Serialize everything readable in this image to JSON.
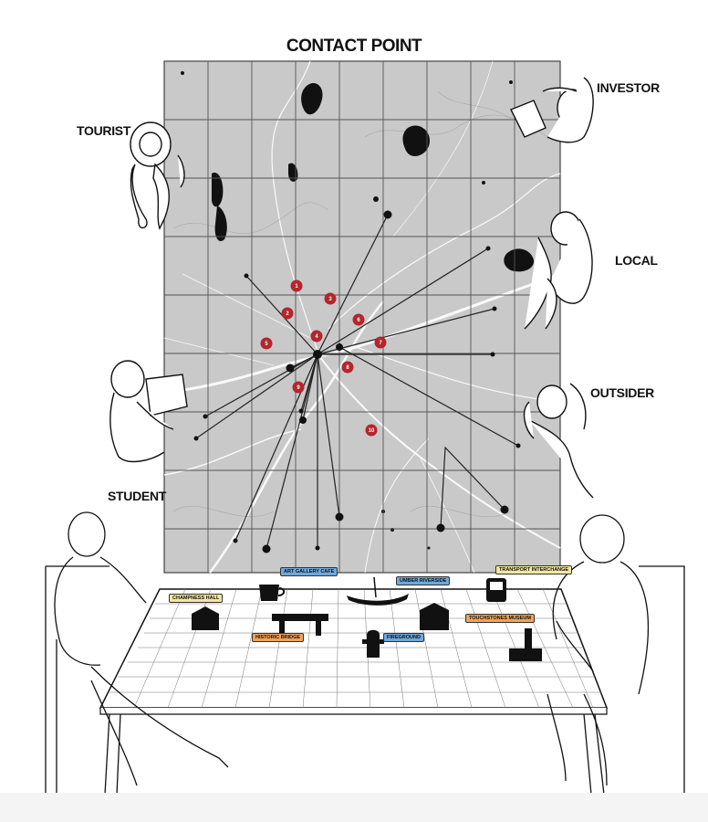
{
  "title": "CONTACT POINT",
  "personas": {
    "tourist": "TOURIST",
    "investor": "INVESTOR",
    "local": "LOCAL",
    "outsider": "OUTSIDER",
    "student": "STUDENT"
  },
  "markers": [
    "1",
    "2",
    "3",
    "4",
    "5",
    "6",
    "7",
    "8",
    "9",
    "10"
  ],
  "places": {
    "art_gallery_cafe": "ART GALLERY CAFE",
    "umber_riverside": "UMBER RIVERSIDE",
    "transport_interchange": "TRANSPORT INTERCHANGE",
    "champness_hall": "CHAMPNESS HALL",
    "touchstones_museum": "TOUCHSTONES MUSEUM",
    "historic_bridge": "HISTORIC BRIDGE",
    "fireground": "FIREGROUND"
  },
  "colors": {
    "map_bg": "#c9c9c9",
    "marker_red": "#b3262b",
    "tag_blue": "#6fa8dc",
    "tag_yellow": "#f3e6a2",
    "tag_orange": "#f0a35a",
    "grid": "#555555"
  }
}
